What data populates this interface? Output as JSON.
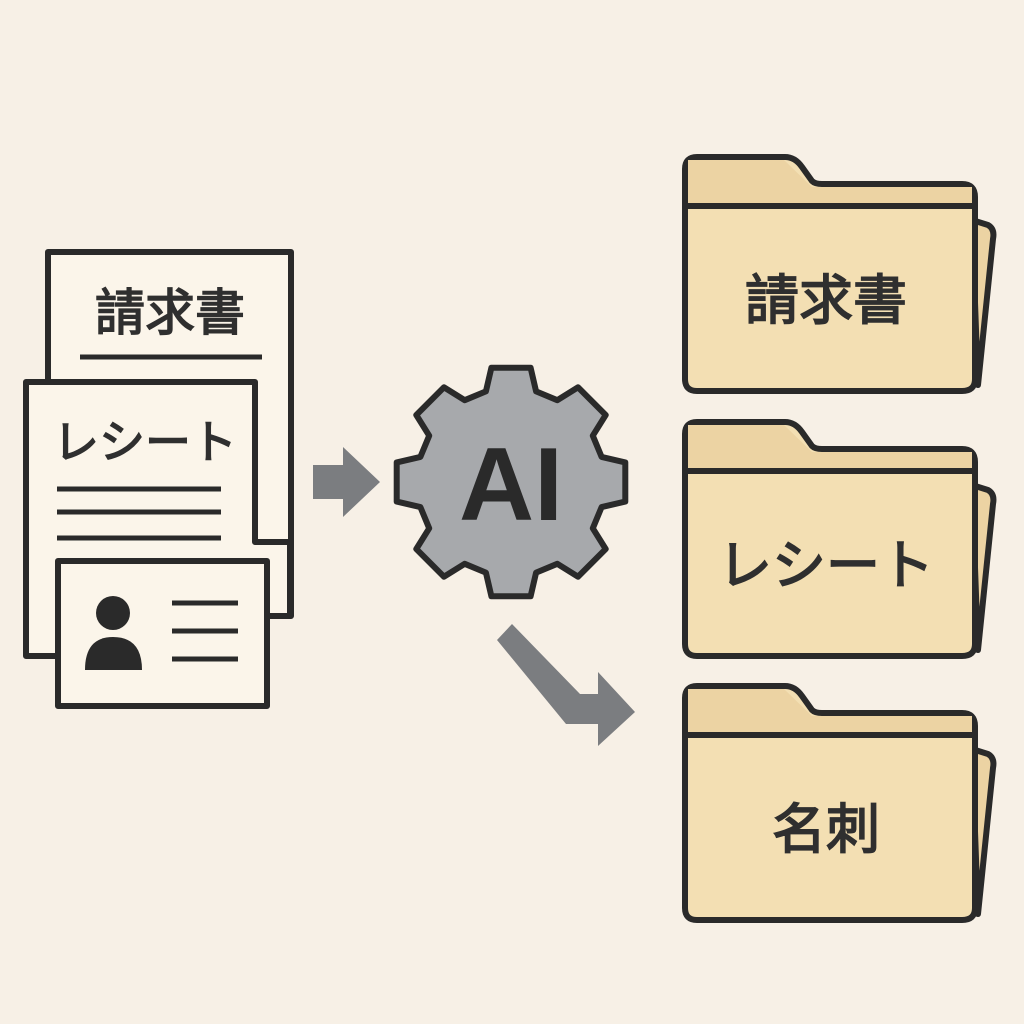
{
  "documents": {
    "invoice_label": "請求書",
    "receipt_label": "レシート"
  },
  "processor": {
    "label": "AI",
    "icon": "gear-icon"
  },
  "folders": [
    {
      "label": "請求書"
    },
    {
      "label": "レシート"
    },
    {
      "label": "名刺"
    }
  ],
  "colors": {
    "background": "#f7f0e6",
    "paper": "#fbf5ea",
    "folder": "#f3dfb3",
    "folder_tab": "#ecd3a3",
    "gear": "#a7a9ac",
    "arrow": "#7b7d80",
    "outline": "#2a2a2a"
  }
}
